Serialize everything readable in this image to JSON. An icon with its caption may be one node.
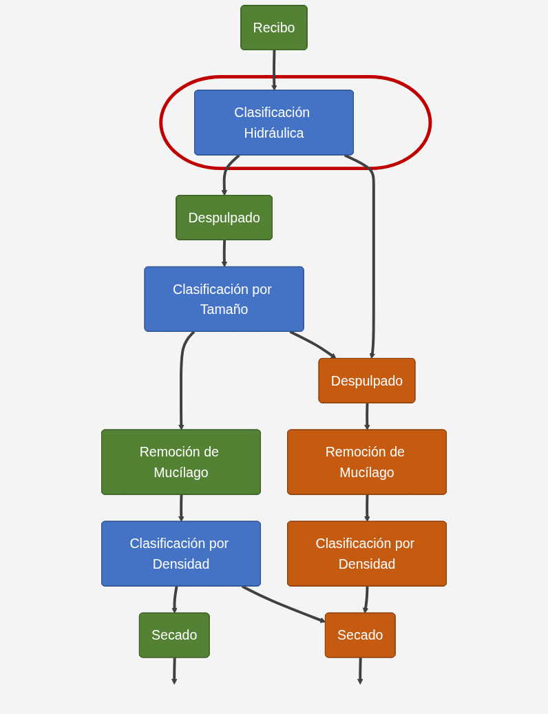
{
  "diagram": {
    "nodes": [
      {
        "text": [
          "Recibo"
        ]
      },
      {
        "text": [],
        "shape": "ellipse"
      },
      {
        "text": [
          "Clasificación Hidráulica"
        ],
        "in": 1
      },
      {
        "text": [
          "Despulpado"
        ]
      },
      {
        "text": [
          "Clasificación por Tamaño"
        ]
      },
      {
        "text": [
          "Remoción de Mucílago"
        ]
      },
      {
        "text": [
          "Clasificación por Densidad"
        ]
      },
      {
        "text": [
          "Secado"
        ]
      },
      {
        "text": [
          "Despulpado"
        ]
      },
      {
        "text": [
          "Remoción de Mucílago"
        ]
      },
      {
        "text": [
          "Clasificación por Densidad"
        ]
      },
      {
        "text": [
          "Secado"
        ]
      }
    ],
    "edges": [
      {
        "from": 0,
        "to": 2,
        "arrow": "to"
      },
      {
        "from": 2,
        "to": 3,
        "arrow": "to"
      },
      {
        "from": 3,
        "to": 4,
        "arrow": "to"
      },
      {
        "from": 4,
        "to": 5,
        "arrow": "to"
      },
      {
        "from": 5,
        "to": 6,
        "arrow": "to"
      },
      {
        "from": 6,
        "to": 7,
        "arrow": "to"
      },
      {
        "from": 7,
        "to": null,
        "arrow": "to"
      },
      {
        "from": 2,
        "to": 8,
        "arrow": "to"
      },
      {
        "from": 4,
        "to": 8,
        "arrow": "to"
      },
      {
        "from": 8,
        "to": 9,
        "arrow": "to"
      },
      {
        "from": 9,
        "to": 10,
        "arrow": "to"
      },
      {
        "from": 10,
        "to": 11,
        "arrow": "to"
      },
      {
        "from": 6,
        "to": 11,
        "arrow": "to"
      },
      {
        "from": 11,
        "to": null,
        "arrow": "to"
      }
    ]
  }
}
